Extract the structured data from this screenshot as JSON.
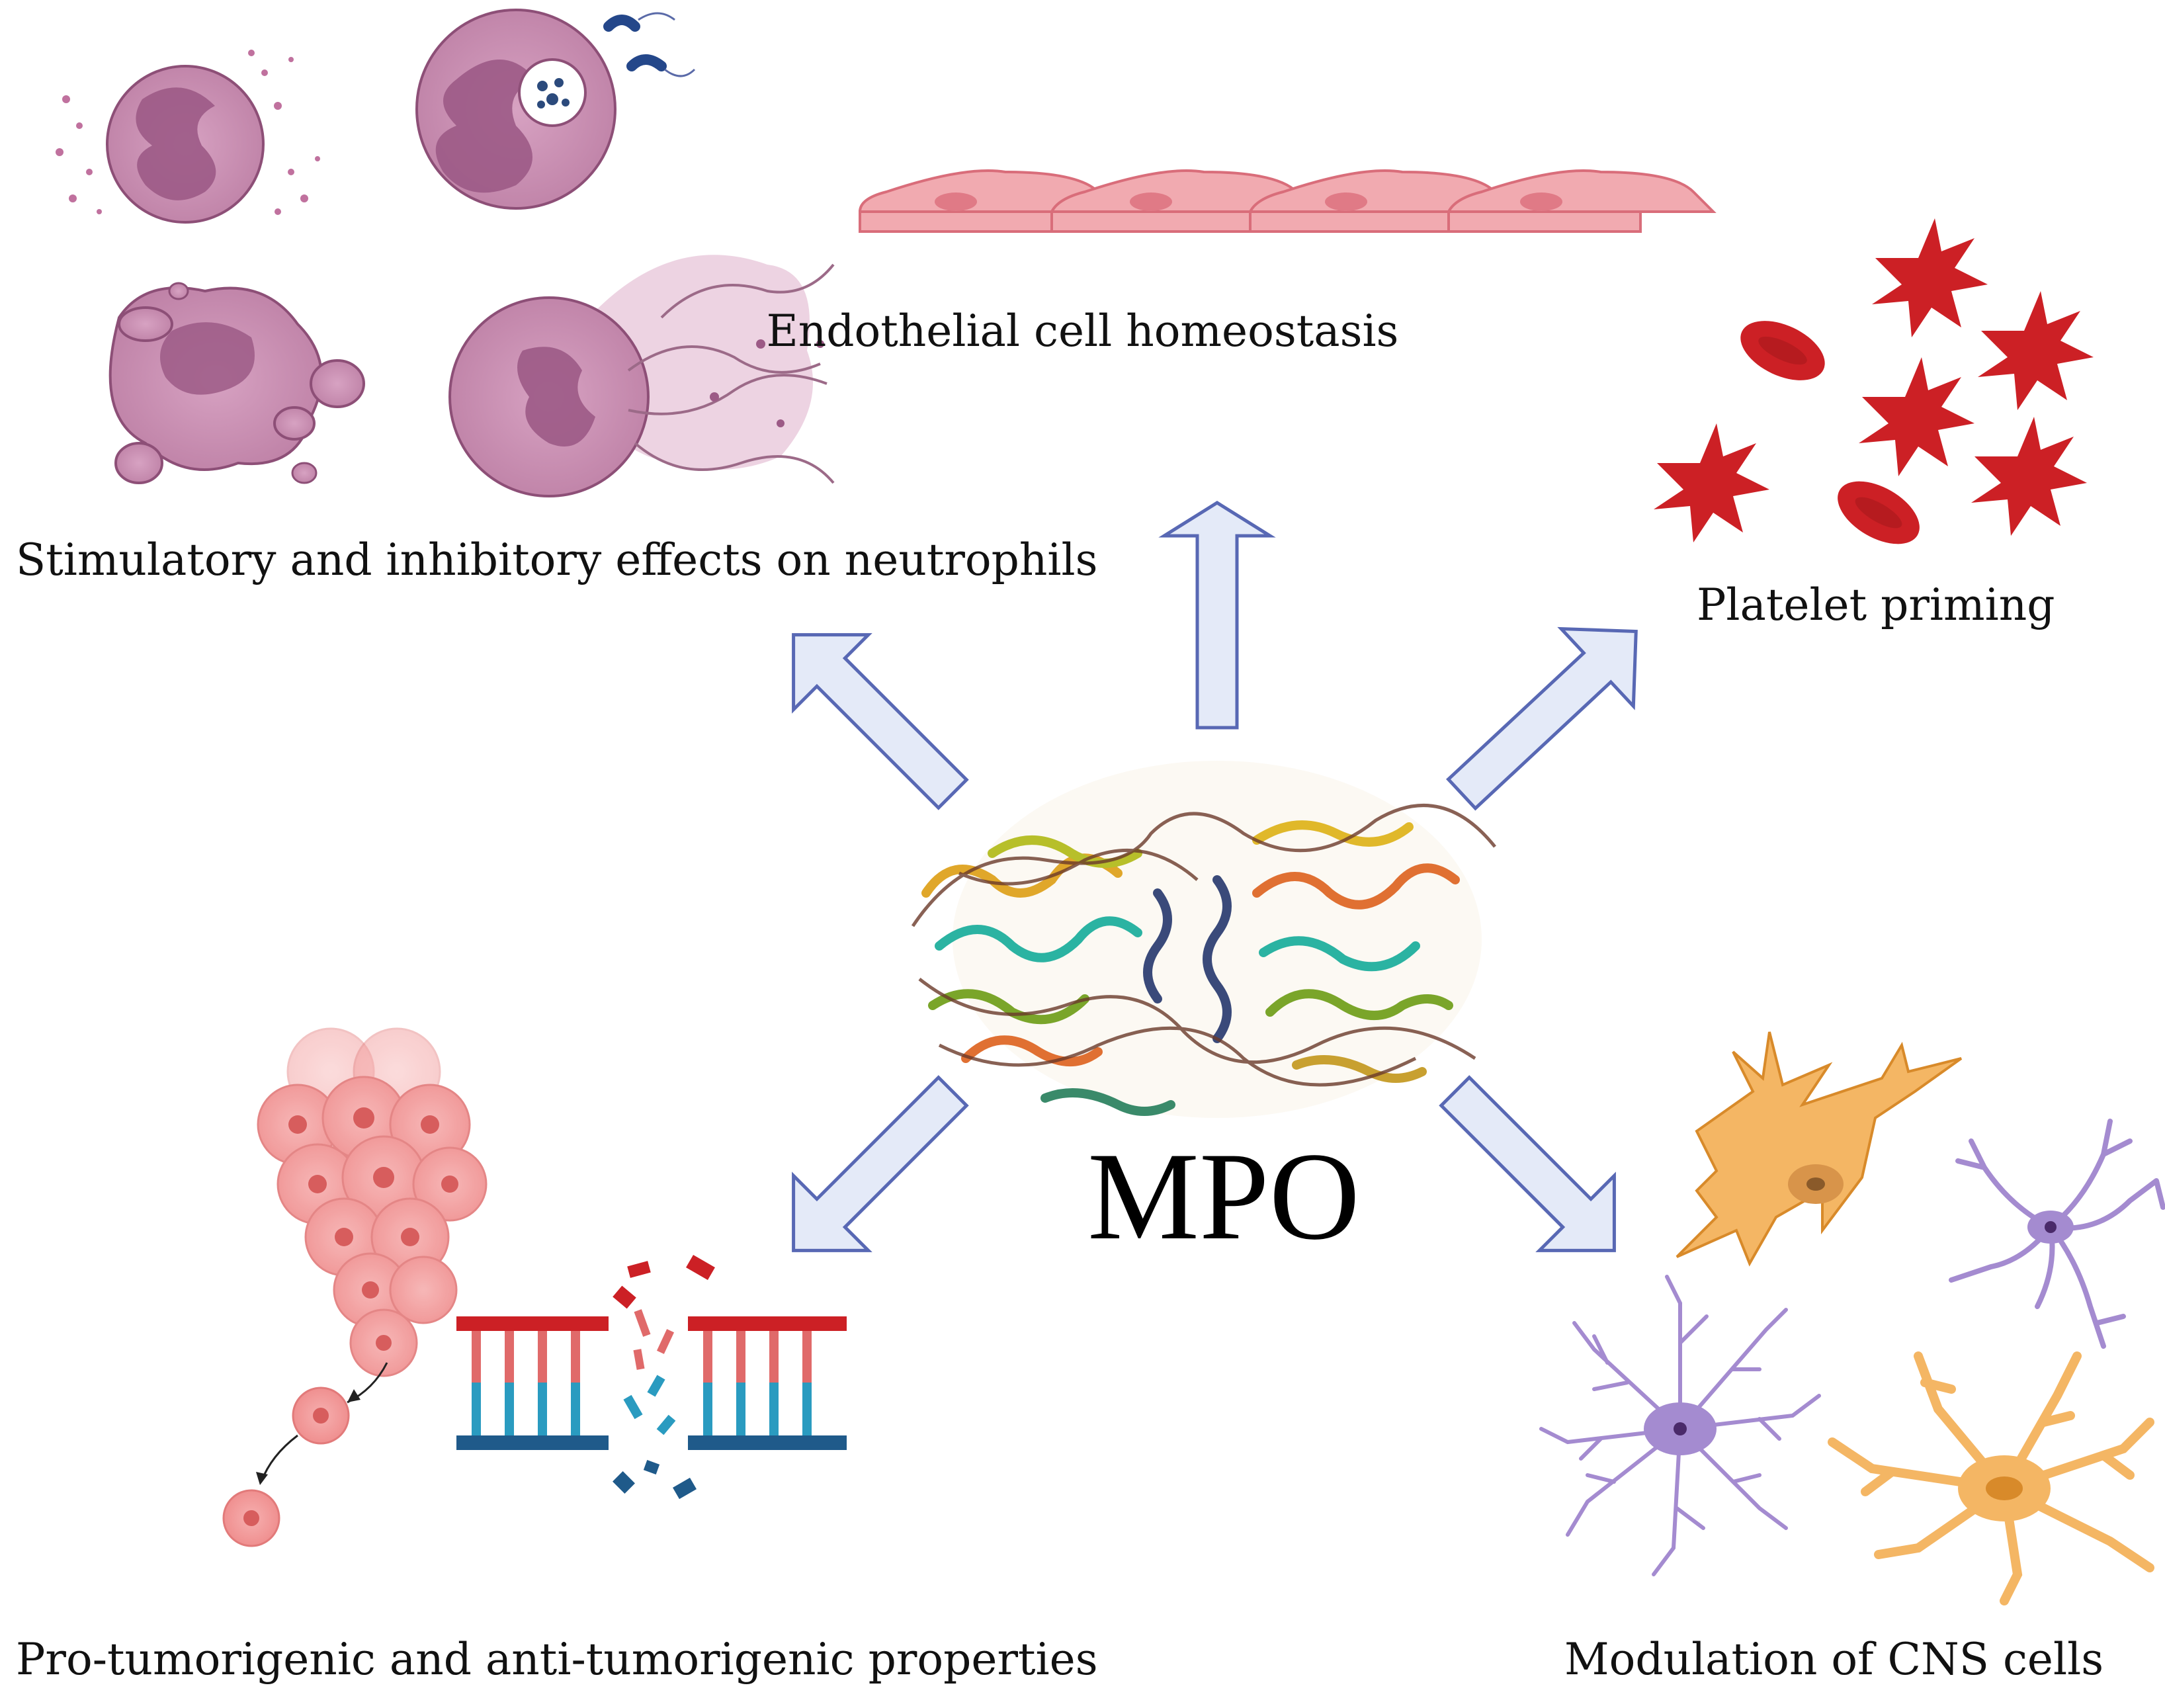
{
  "center": {
    "label": "MPO"
  },
  "effects": {
    "neutrophils": "Stimulatory and inhibitory effects on neutrophils",
    "endothelial": "Endothelial cell homeostasis",
    "platelets": "Platelet priming",
    "tumor": "Pro-tumorigenic and anti-tumorigenic properties",
    "cns": "Modulation of CNS cells"
  },
  "colors": {
    "arrow_fill": "#e4eaf8",
    "arrow_stroke": "#5868b4",
    "neutrophil": "#c88db0",
    "neutrophil_nucleus": "#9c5a86",
    "endothelium": "#f1aab0",
    "platelet": "#cc2025",
    "tumor": "#f39a9a",
    "dna_red": "#cc2025",
    "dna_blue": "#1f8bb0",
    "neuron": "#f4b664",
    "glia": "#a48bd0"
  }
}
